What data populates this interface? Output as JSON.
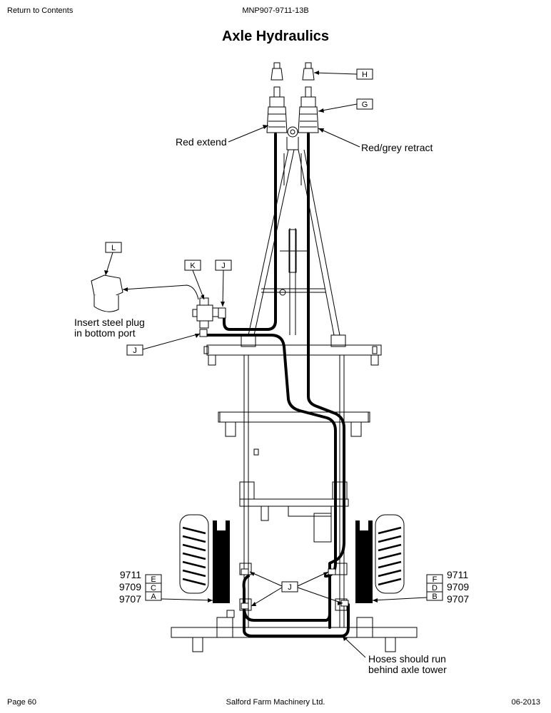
{
  "header": {
    "return_link": "Return to Contents",
    "doc_code": "MNP907-9711-13B",
    "title": "Axle Hydraulics"
  },
  "footer": {
    "page": "Page 60",
    "company": "Salford Farm Machinery Ltd.",
    "date": "06-2013"
  },
  "callouts": {
    "H": "H",
    "G": "G",
    "L": "L",
    "K": "K",
    "J": "J",
    "A": "A",
    "B": "B",
    "C": "C",
    "D": "D",
    "E": "E",
    "F": "F"
  },
  "notes": {
    "red_extend": "Red extend",
    "red_grey_retract": "Red/grey retract",
    "insert_plug_1": "Insert steel plug",
    "insert_plug_2": "in bottom port",
    "hoses_1": "Hoses should run",
    "hoses_2": "behind axle tower"
  },
  "models": {
    "left": [
      "9711",
      "9709",
      "9707"
    ],
    "right": [
      "9711",
      "9709",
      "9707"
    ]
  }
}
